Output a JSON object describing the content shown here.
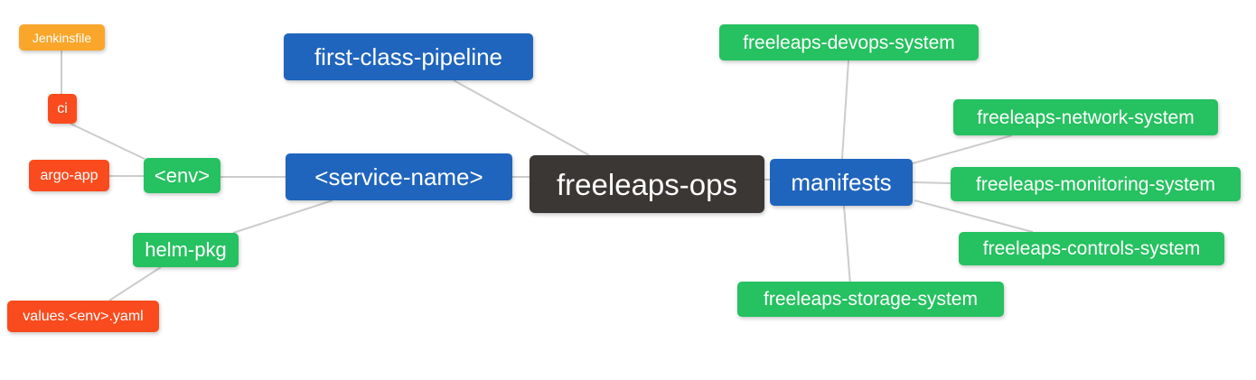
{
  "diagram": {
    "type": "mindmap",
    "root_label": "freeleaps-ops",
    "colors": {
      "root": "#3b3735",
      "branch": "#2065bd",
      "leaf_green": "#26c160",
      "leaf_red": "#fa4b1e",
      "leaf_amber": "#f9a62b",
      "edge": "#cccccc",
      "background": "#ffffff",
      "text": "#ffffff"
    },
    "nodes": {
      "root": {
        "label": "freeleaps-ops",
        "color": "#3b3735"
      },
      "first_class_pipeline": {
        "label": "first-class-pipeline",
        "color": "#2065bd"
      },
      "service_name": {
        "label": "<service-name>",
        "color": "#2065bd"
      },
      "manifests": {
        "label": "manifests",
        "color": "#2065bd"
      },
      "env": {
        "label": "<env>",
        "color": "#26c160"
      },
      "helm_pkg": {
        "label": "helm-pkg",
        "color": "#26c160"
      },
      "ci": {
        "label": "ci",
        "color": "#fa4b1e"
      },
      "argo_app": {
        "label": "argo-app",
        "color": "#fa4b1e"
      },
      "jenkinsfile": {
        "label": "Jenkinsfile",
        "color": "#f9a62b"
      },
      "values_env_yaml": {
        "label": "values.<env>.yaml",
        "color": "#fa4b1e"
      },
      "devops_system": {
        "label": "freeleaps-devops-system",
        "color": "#26c160"
      },
      "network_system": {
        "label": "freeleaps-network-system",
        "color": "#26c160"
      },
      "monitoring_system": {
        "label": "freeleaps-monitoring-system",
        "color": "#26c160"
      },
      "controls_system": {
        "label": "freeleaps-controls-system",
        "color": "#26c160"
      },
      "storage_system": {
        "label": "freeleaps-storage-system",
        "color": "#26c160"
      }
    },
    "edges": [
      {
        "from": "root",
        "to": "first_class_pipeline"
      },
      {
        "from": "root",
        "to": "service_name"
      },
      {
        "from": "root",
        "to": "manifests"
      },
      {
        "from": "service_name",
        "to": "env"
      },
      {
        "from": "service_name",
        "to": "helm_pkg"
      },
      {
        "from": "env",
        "to": "ci"
      },
      {
        "from": "env",
        "to": "argo_app"
      },
      {
        "from": "ci",
        "to": "jenkinsfile"
      },
      {
        "from": "helm_pkg",
        "to": "values_env_yaml"
      },
      {
        "from": "manifests",
        "to": "devops_system"
      },
      {
        "from": "manifests",
        "to": "network_system"
      },
      {
        "from": "manifests",
        "to": "monitoring_system"
      },
      {
        "from": "manifests",
        "to": "controls_system"
      },
      {
        "from": "manifests",
        "to": "storage_system"
      }
    ]
  }
}
